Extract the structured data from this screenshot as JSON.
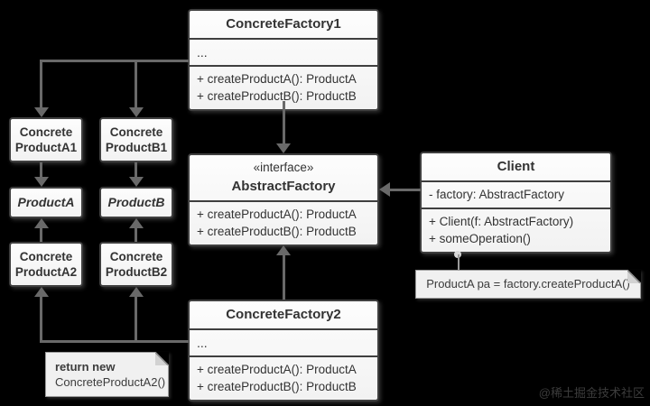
{
  "colors": {
    "background": "#000000",
    "box_fill": "#f7f7f7",
    "box_border": "#3f3f3f",
    "text": "#333333",
    "connector": "#696969",
    "note_fill": "#f0f0f0",
    "note_border": "#9b9b9b"
  },
  "boxes": {
    "concreteFactory1": {
      "title": "ConcreteFactory1",
      "ellipsis": "...",
      "methods": [
        "+ createProductA(): ProductA",
        "+ createProductB(): ProductB"
      ]
    },
    "abstractFactory": {
      "stereotype": "«interface»",
      "title": "AbstractFactory",
      "methods": [
        "+ createProductA(): ProductA",
        "+ createProductB(): ProductB"
      ]
    },
    "concreteFactory2": {
      "title": "ConcreteFactory2",
      "ellipsis": "...",
      "methods": [
        "+ createProductA(): ProductA",
        "+ createProductB(): ProductB"
      ]
    },
    "client": {
      "title": "Client",
      "attribute": "- factory: AbstractFactory",
      "methods": [
        "+ Client(f: AbstractFactory)",
        "+ someOperation()"
      ]
    },
    "concreteProductA1": {
      "line1": "Concrete",
      "line2": "ProductA1"
    },
    "concreteProductB1": {
      "line1": "Concrete",
      "line2": "ProductB1"
    },
    "productA": {
      "title": "ProductA"
    },
    "productB": {
      "title": "ProductB"
    },
    "concreteProductA2": {
      "line1": "Concrete",
      "line2": "ProductA2"
    },
    "concreteProductB2": {
      "line1": "Concrete",
      "line2": "ProductB2"
    }
  },
  "notes": {
    "clientNote": {
      "text": "ProductA pa = factory.createProductA()"
    },
    "factoryNote": {
      "line1": "return new",
      "line2": "ConcreteProductA2()"
    }
  },
  "watermark": "@稀土掘金技术社区"
}
